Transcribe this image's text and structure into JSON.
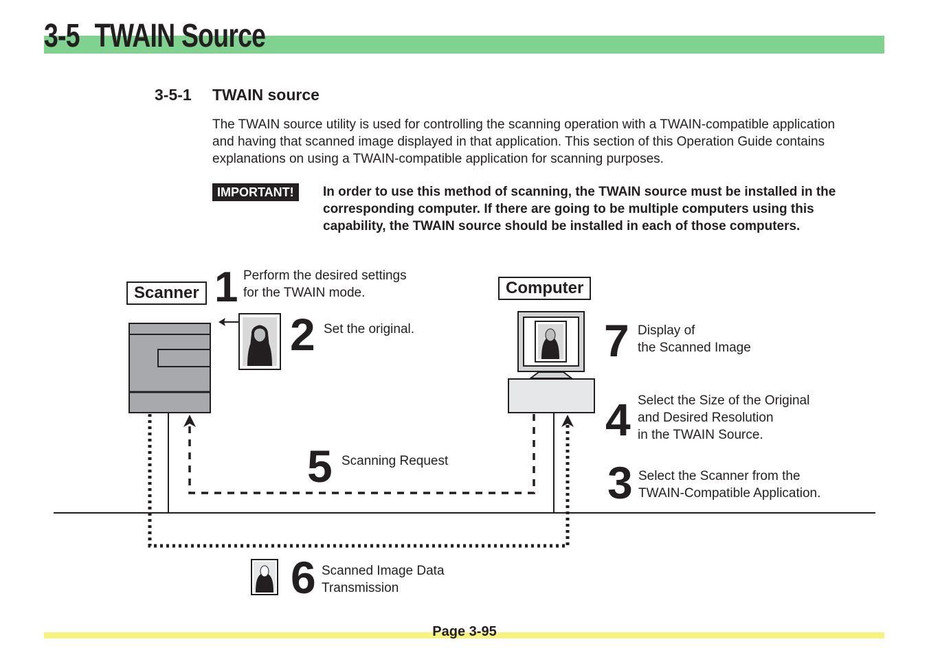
{
  "header": {
    "chapter_number": "3-5",
    "chapter_title": "TWAIN Source"
  },
  "section": {
    "number": "3-5-1",
    "title": "TWAIN source",
    "intro_lines": [
      "The TWAIN source utility is used for controlling the scanning operation with a TWAIN-compatible application",
      "and having that scanned image displayed in that application. This section of this Operation Guide contains",
      "explanations on using a TWAIN-compatible application for scanning purposes."
    ]
  },
  "important": {
    "badge": "IMPORTANT!",
    "lines": [
      "In order to use this method of scanning, the TWAIN source must be installed in the",
      "corresponding computer. If there are going to be multiple computers using this",
      "capability, the TWAIN source should be installed in each of those computers."
    ]
  },
  "diagram": {
    "scanner_label": "Scanner",
    "computer_label": "Computer",
    "arrow_glyph": "←",
    "steps": [
      {
        "num": "1",
        "lines": [
          "Perform the desired settings",
          "for the TWAIN mode."
        ]
      },
      {
        "num": "2",
        "lines": [
          "Set the original."
        ]
      },
      {
        "num": "7",
        "lines": [
          "Display of",
          "the Scanned Image"
        ]
      },
      {
        "num": "4",
        "lines": [
          "Select the Size of the Original",
          "and Desired Resolution",
          "in the TWAIN Source."
        ]
      },
      {
        "num": "5",
        "lines": [
          "Scanning Request"
        ]
      },
      {
        "num": "3",
        "lines": [
          "Select the Scanner from the",
          "TWAIN-Compatible Application."
        ]
      },
      {
        "num": "6",
        "lines": [
          "Scanned Image Data",
          "Transmission"
        ]
      }
    ]
  },
  "footer": {
    "page_label": "Page 3-95"
  },
  "colors": {
    "title_bar": "#80d38e",
    "footer_bar": "#f8f27e",
    "device_gray": "#a7a9ac",
    "ink": "#231f20"
  }
}
